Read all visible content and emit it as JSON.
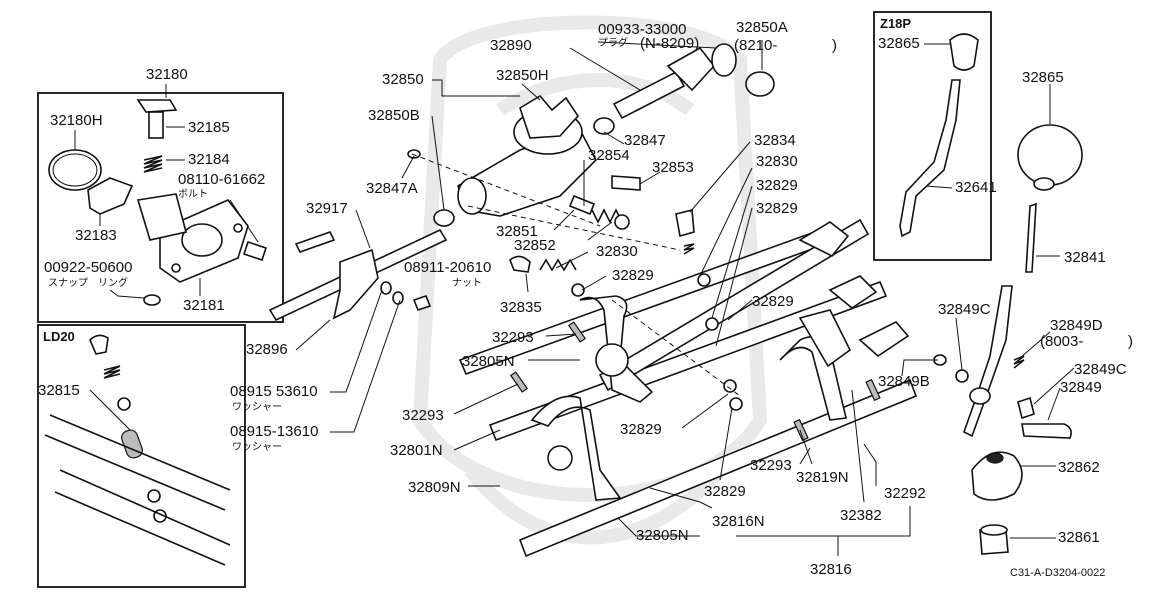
{
  "diagram_code": "C31-A-D3204-0022",
  "insets": {
    "z18p": {
      "title": "Z18P",
      "parts": {
        "knob": "32865",
        "lever": "32641"
      }
    },
    "ld20": {
      "title": "LD20",
      "parts": {
        "spring": "32815"
      }
    },
    "group_32180": {
      "title": "32180",
      "parts": {
        "seal_ring": "32180H",
        "stopper": "32185",
        "spring": "32184",
        "bolt": "08110-61662",
        "bolt_jp": "ボルト",
        "bracket": "32183",
        "snap_ring": "00922-50600",
        "snap_ring_jp": "スナップ　リング",
        "housing": "32181"
      }
    }
  },
  "labels": {
    "plug": "00933-33000",
    "plug_jp": "プラグ",
    "plug_note": "(N-8209)",
    "ring_32850a": "32850A",
    "ring_note": "(8210-",
    "ring_note_close": ")",
    "striking_rod": "32890",
    "bracket_32850h": "32850H",
    "housing_32850": "32850",
    "part_32850b": "32850B",
    "part_32847": "32847",
    "part_32854": "32854",
    "part_32853": "32853",
    "part_32847a": "32847A",
    "part_32917": "32917",
    "part_32851": "32851",
    "part_32852": "32852",
    "part_32830_a": "32830",
    "part_32830_b": "32830",
    "part_32834": "32834",
    "part_32829_a": "32829",
    "part_32829_b": "32829",
    "part_32829_c": "32829",
    "part_32829_d": "32829",
    "part_32829_e": "32829",
    "part_32829_f": "32829",
    "nut": "08911-20610",
    "nut_jp": "ナット",
    "part_32835": "32835",
    "part_32293_a": "32293",
    "part_32293_b": "32293",
    "part_32293_c": "32293",
    "part_32805n_a": "32805N",
    "part_32805n_b": "32805N",
    "part_32896": "32896",
    "washer_a": "08915  53610",
    "washer_a_jp": "ワッシャー",
    "washer_b": "08915-13610",
    "washer_b_jp": "ワッシャー",
    "part_32801n": "32801N",
    "part_32809n": "32809N",
    "part_32816n": "32816N",
    "part_32816": "32816",
    "part_32819n": "32819N",
    "part_32382": "32382",
    "part_32292": "32292",
    "part_32865": "32865",
    "part_32841": "32841",
    "part_32849c_a": "32849C",
    "part_32849c_b": "32849C",
    "part_32849d": "32849D",
    "part_32849d_note": "(8003-",
    "part_32849d_close": ")",
    "part_32849b": "32849B",
    "part_32849": "32849",
    "part_32862": "32862",
    "part_32861": "32861"
  }
}
